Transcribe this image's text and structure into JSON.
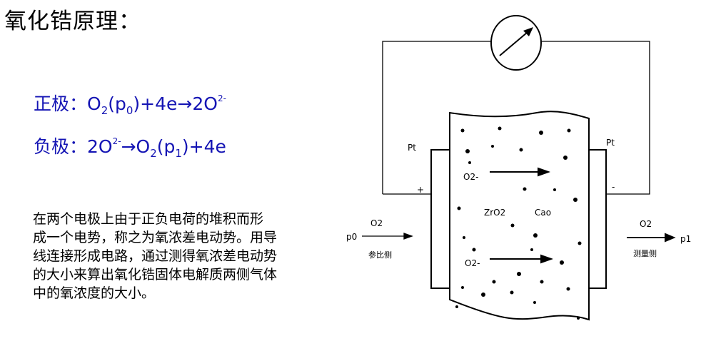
{
  "title": "氧化锆原理：",
  "equations": {
    "positive": {
      "label": "正极：",
      "a": "O",
      "a_sub": "2",
      "b": "(p",
      "b_sub": "0",
      "c": ")+4e→2O",
      "c_sup": "2-"
    },
    "negative": {
      "label": "负极：",
      "a": "2O",
      "a_sup": "2-",
      "b": "→O",
      "b_sub": "2",
      "c": "(p",
      "c_sub": "1",
      "d": ")+4e"
    }
  },
  "description": [
    "在两个电极上由于正负电荷的堆积而形",
    "成一个电势，称之为氧浓差电动势。用导",
    "线连接形成电路，通过测得氧浓差电动势",
    "的大小来算出氧化锆固体电解质两侧气体",
    "中的氧浓度的大小。"
  ],
  "diagram": {
    "left_electrode": "Pt",
    "right_electrode": "Pt",
    "plus_sign": "+",
    "minus_sign": "-",
    "ion_top": "O2-",
    "ion_bottom": "O2-",
    "material_1": "ZrO2",
    "material_2": "Cao",
    "left_gas": "O2",
    "right_gas": "O2",
    "left_pressure": "p0",
    "right_pressure": "p1",
    "left_side": "参比侧",
    "right_side": "测量侧",
    "meter_icon": "galvanometer-icon"
  }
}
